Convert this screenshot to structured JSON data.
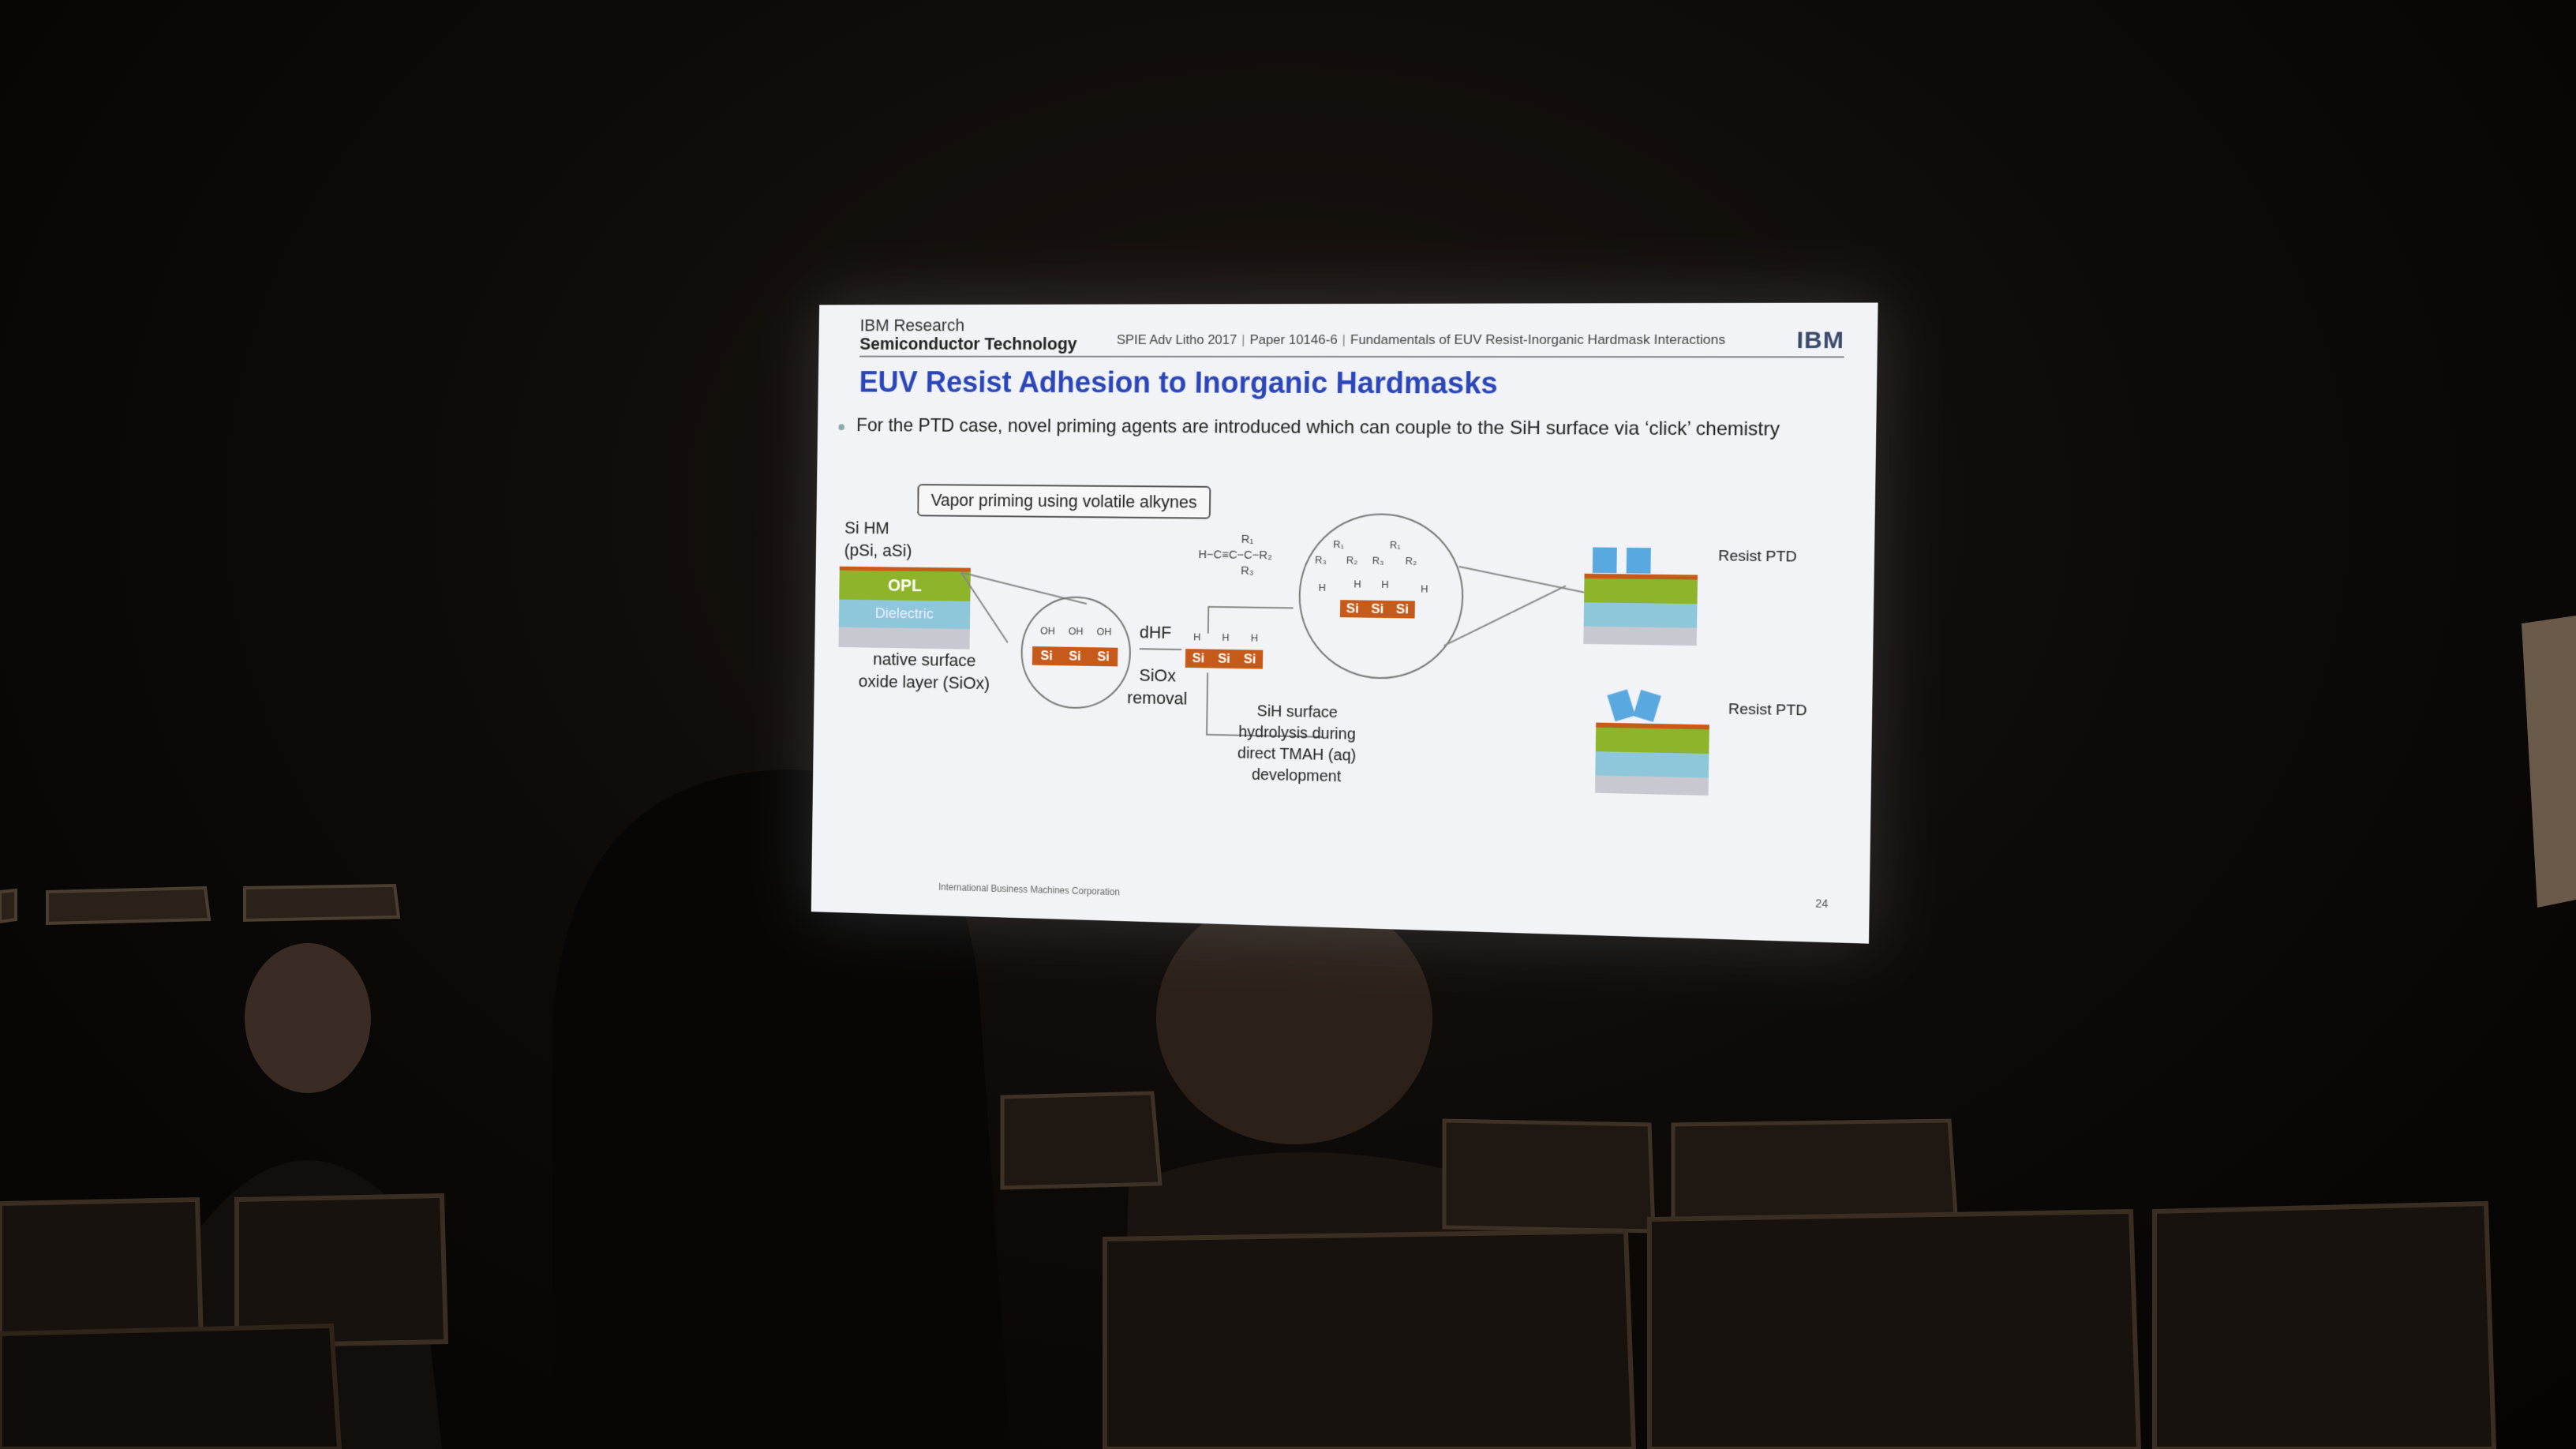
{
  "slide": {
    "org_line1": "IBM Research",
    "org_line2": "Semiconductor Technology",
    "conference": "SPIE Adv Litho 2017",
    "paper": "Paper 10146-6",
    "talk_title": "Fundamentals of EUV Resist-Inorganic Hardmask Interactions",
    "logo": "IBM",
    "title": "EUV Resist Adhesion to Inorganic Hardmasks",
    "bullet": "For the PTD case, novel priming agents are introduced which can couple to the SiH surface via ‘click’ chemistry",
    "vapor_box": "Vapor priming using volatile alkynes",
    "si_hm_label_1": "Si HM",
    "si_hm_label_2": "(pSi, aSi)",
    "opl_label": "OPL",
    "dielectric_label": "Dielectric",
    "native_label_1": "native surface",
    "native_label_2": "oxide layer (SiOx)",
    "oh": "OH",
    "si": "Si",
    "h": "H",
    "dhf": "dHF",
    "siox_1": "SiOx",
    "siox_2": "removal",
    "alkyne_formula": "H−C≡C−C−R₂",
    "r1": "R₁",
    "r2": "R₂",
    "r3": "R₃",
    "resist_ptd": "Resist PTD",
    "sih_1": "SiH surface",
    "sih_2": "hydrolysis during",
    "sih_3": "direct TMAH (aq)",
    "sih_4": "development",
    "footer": "International Business Machines Corporation",
    "page": "24"
  },
  "colors": {
    "title": "#2a46b8",
    "opl": "#8db42a",
    "dielectric": "#8ec7da",
    "si_orange": "#c65a1a",
    "resist_blue": "#5aa8e0",
    "substrate": "#c8c8d0"
  }
}
